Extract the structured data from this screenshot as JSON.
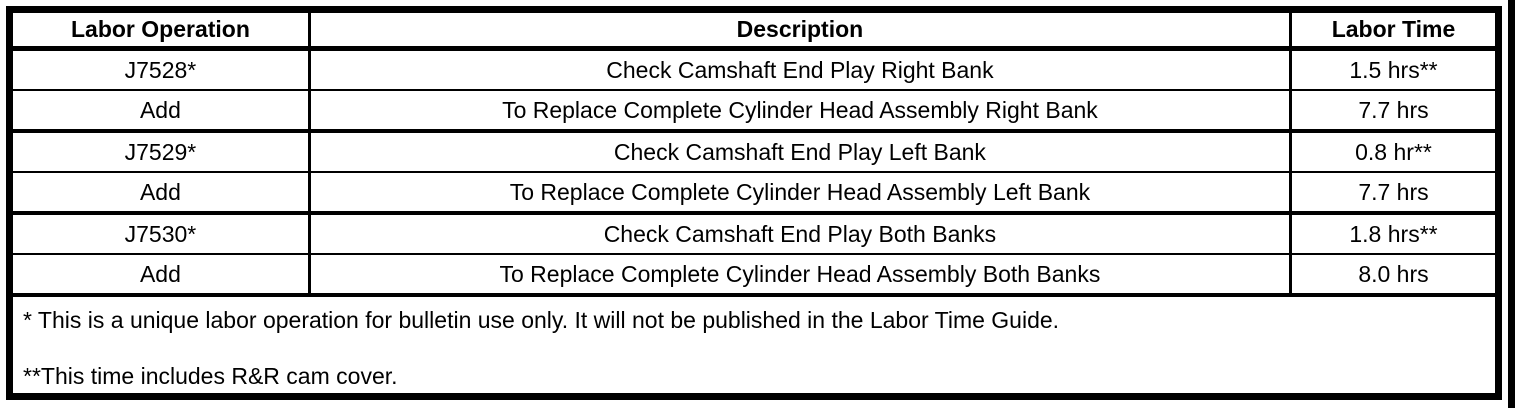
{
  "table": {
    "headers": [
      "Labor Operation",
      "Description",
      "Labor Time"
    ],
    "rows": [
      {
        "labor_operation": "J7528*",
        "description": "Check Camshaft End Play Right Bank",
        "labor_time": "1.5 hrs**"
      },
      {
        "labor_operation": "Add",
        "description": "To Replace Complete Cylinder Head Assembly Right Bank",
        "labor_time": "7.7 hrs"
      },
      {
        "labor_operation": "J7529*",
        "description": "Check Camshaft End Play Left Bank",
        "labor_time": "0.8 hr**"
      },
      {
        "labor_operation": "Add",
        "description": "To Replace Complete Cylinder Head Assembly Left Bank",
        "labor_time": "7.7 hrs"
      },
      {
        "labor_operation": "J7530*",
        "description": "Check Camshaft End Play Both Banks",
        "labor_time": "1.8 hrs**"
      },
      {
        "labor_operation": "Add",
        "description": "To Replace Complete Cylinder Head Assembly Both Banks",
        "labor_time": "8.0 hrs"
      }
    ],
    "footnotes": [
      "* This is a unique labor operation for bulletin use only. It will not be published in the Labor Time Guide.",
      "**This time includes R&R cam cover."
    ]
  },
  "colors": {
    "border": "#000000",
    "background": "#ffffff",
    "text": "#000000"
  }
}
